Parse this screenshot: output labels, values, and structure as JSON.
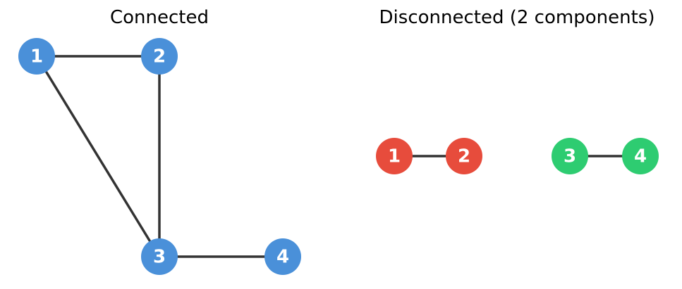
{
  "colors": {
    "connected_node": "#4a90d9",
    "component_a": "#e74c3c",
    "component_b": "#2ecc71",
    "edge": "#333333",
    "label": "#ffffff"
  },
  "connected": {
    "title": "Connected",
    "nodes": [
      {
        "id": "1",
        "label": "1"
      },
      {
        "id": "2",
        "label": "2"
      },
      {
        "id": "3",
        "label": "3"
      },
      {
        "id": "4",
        "label": "4"
      }
    ],
    "edges": [
      [
        "1",
        "2"
      ],
      [
        "1",
        "3"
      ],
      [
        "2",
        "3"
      ],
      [
        "3",
        "4"
      ]
    ]
  },
  "disconnected": {
    "title": "Disconnected (2 components)",
    "nodes": [
      {
        "id": "1",
        "label": "1",
        "component": "a"
      },
      {
        "id": "2",
        "label": "2",
        "component": "a"
      },
      {
        "id": "3",
        "label": "3",
        "component": "b"
      },
      {
        "id": "4",
        "label": "4",
        "component": "b"
      }
    ],
    "edges": [
      [
        "1",
        "2"
      ],
      [
        "3",
        "4"
      ]
    ]
  }
}
